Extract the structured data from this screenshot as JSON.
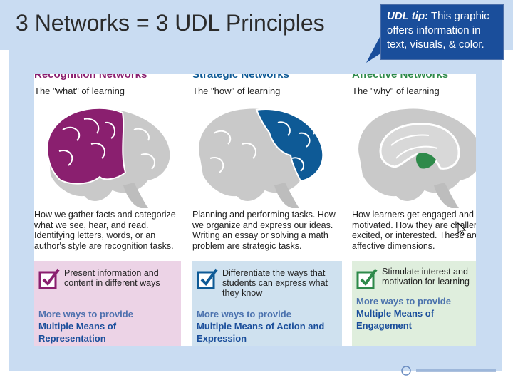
{
  "slide": {
    "title": "3 Networks = 3 UDL Principles",
    "tip": {
      "label": "UDL tip:",
      "text": " This graphic offers information in text, visuals, & color."
    }
  },
  "columns": [
    {
      "title": "Recognition Networks",
      "subtitle": "The \"what\" of learning",
      "description": "How we gather facts and categorize what we see, hear, and read. Identifying letters, words, or an author's style are recognition tasks.",
      "action": "Present information and content in different ways",
      "more_prefix": "More ways to provide",
      "more_principle": "Multiple Means of Representation",
      "color": "#8a1f6f",
      "box_color": "#ecd3e6"
    },
    {
      "title": "Strategic Networks",
      "subtitle": "The \"how\" of learning",
      "description": "Planning and performing tasks. How we organize and express our ideas. Writing an essay or solving a math problem are strategic tasks.",
      "action": "Differentiate the ways that students can express what they know",
      "more_prefix": "More ways to provide",
      "more_principle": "Multiple Means of Action and Expression",
      "color": "#0e5a96",
      "box_color": "#cfe1ef"
    },
    {
      "title": "Affective Networks",
      "subtitle": "The \"why\" of learning",
      "description": "How learners get engaged and stay motivated. How they are challenged, excited, or interested. These are affective dimensions.",
      "action": "Stimulate interest and motivation for learning",
      "more_prefix": "More ways to provide",
      "more_principle": "Multiple Means of Engagement",
      "color": "#2e8a4a",
      "box_color": "#dfeedd"
    }
  ]
}
